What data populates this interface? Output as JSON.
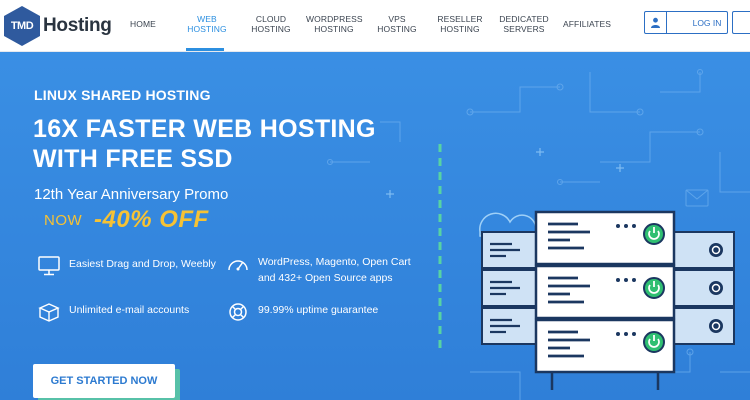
{
  "logo": {
    "mark": "TMD",
    "name": "Hosting"
  },
  "nav": {
    "items": [
      {
        "label": "HOME"
      },
      {
        "label": "WEB HOSTING",
        "active": true
      },
      {
        "label": "CLOUD HOSTING"
      },
      {
        "label": "WORDPRESS HOSTING"
      },
      {
        "label": "VPS HOSTING"
      },
      {
        "label": "RESELLER HOSTING"
      },
      {
        "label": "DEDICATED SERVERS"
      },
      {
        "label": "AFFILIATES"
      }
    ],
    "login_label": "LOG IN"
  },
  "hero": {
    "eyebrow": "LINUX SHARED HOSTING",
    "headline_line1": "16X FASTER WEB HOSTING",
    "headline_line2": "WITH FREE SSD",
    "promo": "12th Year Anniversary Promo",
    "now": "NOW",
    "offer": "-40% OFF",
    "features": [
      {
        "text": "Easiest Drag and Drop, Weebly",
        "icon": "monitor-icon"
      },
      {
        "text_line1": "WordPress, Magento, Open Cart",
        "text_line2": "and 432+ Open Source apps",
        "icon": "gauge-icon"
      },
      {
        "text": "Unlimited e-mail accounts",
        "icon": "box-icon"
      },
      {
        "text": "99.99% uptime guarantee",
        "icon": "lifebuoy-icon"
      }
    ],
    "cta_label": "GET STARTED NOW"
  },
  "colors": {
    "accent": "#2c8fe0",
    "hero_bg": "#3a8fe4",
    "offer": "#f6c234",
    "server_green": "#2fbf71",
    "cta_shadow": "#57c1a8"
  }
}
